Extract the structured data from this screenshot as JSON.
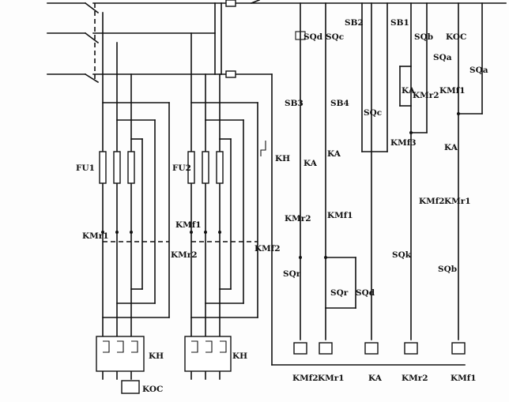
{
  "labels": {
    "fu1": "FU1",
    "fu2": "FU2",
    "kh": "KH",
    "kmr1": "KMr1",
    "kmf1": "KMf1",
    "kmr2": "KMr2",
    "kmf2": "KMf2",
    "koc": "KOC",
    "sqd": "SQd",
    "sqc": "SQc",
    "sb2": "SB2",
    "sb1": "SB1",
    "sqb": "SQb",
    "sqa": "SQa",
    "sb3": "SB3",
    "sb4": "SB4",
    "ka": "KA",
    "kmf3": "KMf3",
    "sqk": "SQk",
    "sqr": "SQr"
  }
}
